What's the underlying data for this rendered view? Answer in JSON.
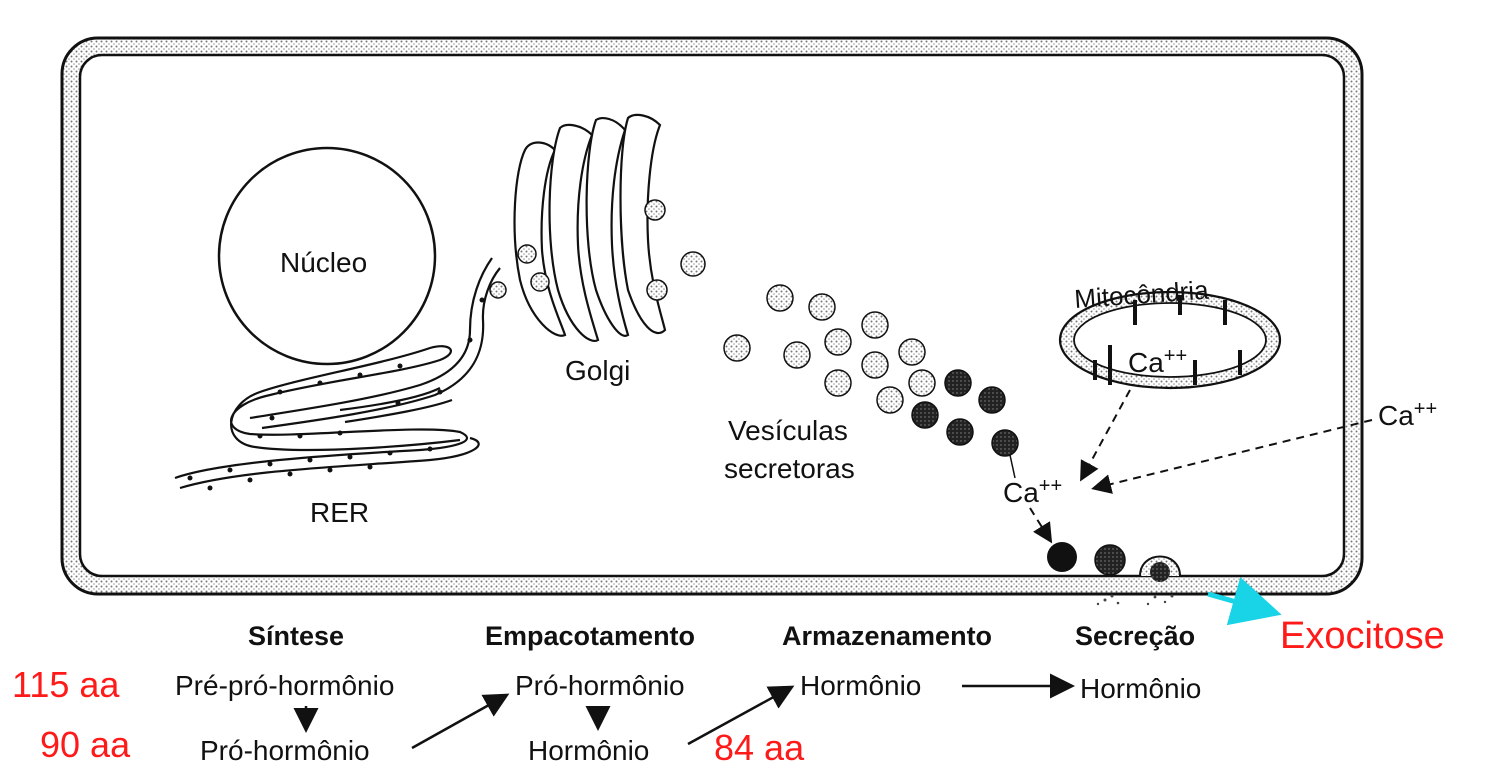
{
  "labels": {
    "nucleus": "Núcleo",
    "golgi": "Golgi",
    "rer": "RER",
    "vesicles_line1": "Vesículas",
    "vesicles_line2": "secretoras",
    "mitochondria": "Mitocôndria",
    "ca_mito": "Ca",
    "ca_mito_sup": "++",
    "ca_ext": "Ca",
    "ca_ext_sup": "++",
    "ca_center": "Ca",
    "ca_center_sup": "++",
    "exocytosis": "Exocitose"
  },
  "stages": {
    "synthesis": "Síntese",
    "packaging": "Empacotamento",
    "storage": "Armazenamento",
    "secretion": "Secreção"
  },
  "products": {
    "preprohormone": "Pré-pró-hormônio",
    "prohormone_a": "Pró-hormônio",
    "prohormone_b": "Pró-hormônio",
    "hormone_a": "Hormônio",
    "hormone_b": "Hormônio",
    "hormone_c": "Hormônio"
  },
  "amino_acids": {
    "aa115": "115 aa",
    "aa90": "90 aa",
    "aa84": "84 aa"
  },
  "colors": {
    "annotation": "#ff1a1a",
    "exocytosis_arrow": "#19d3e6",
    "ink": "#111111"
  }
}
